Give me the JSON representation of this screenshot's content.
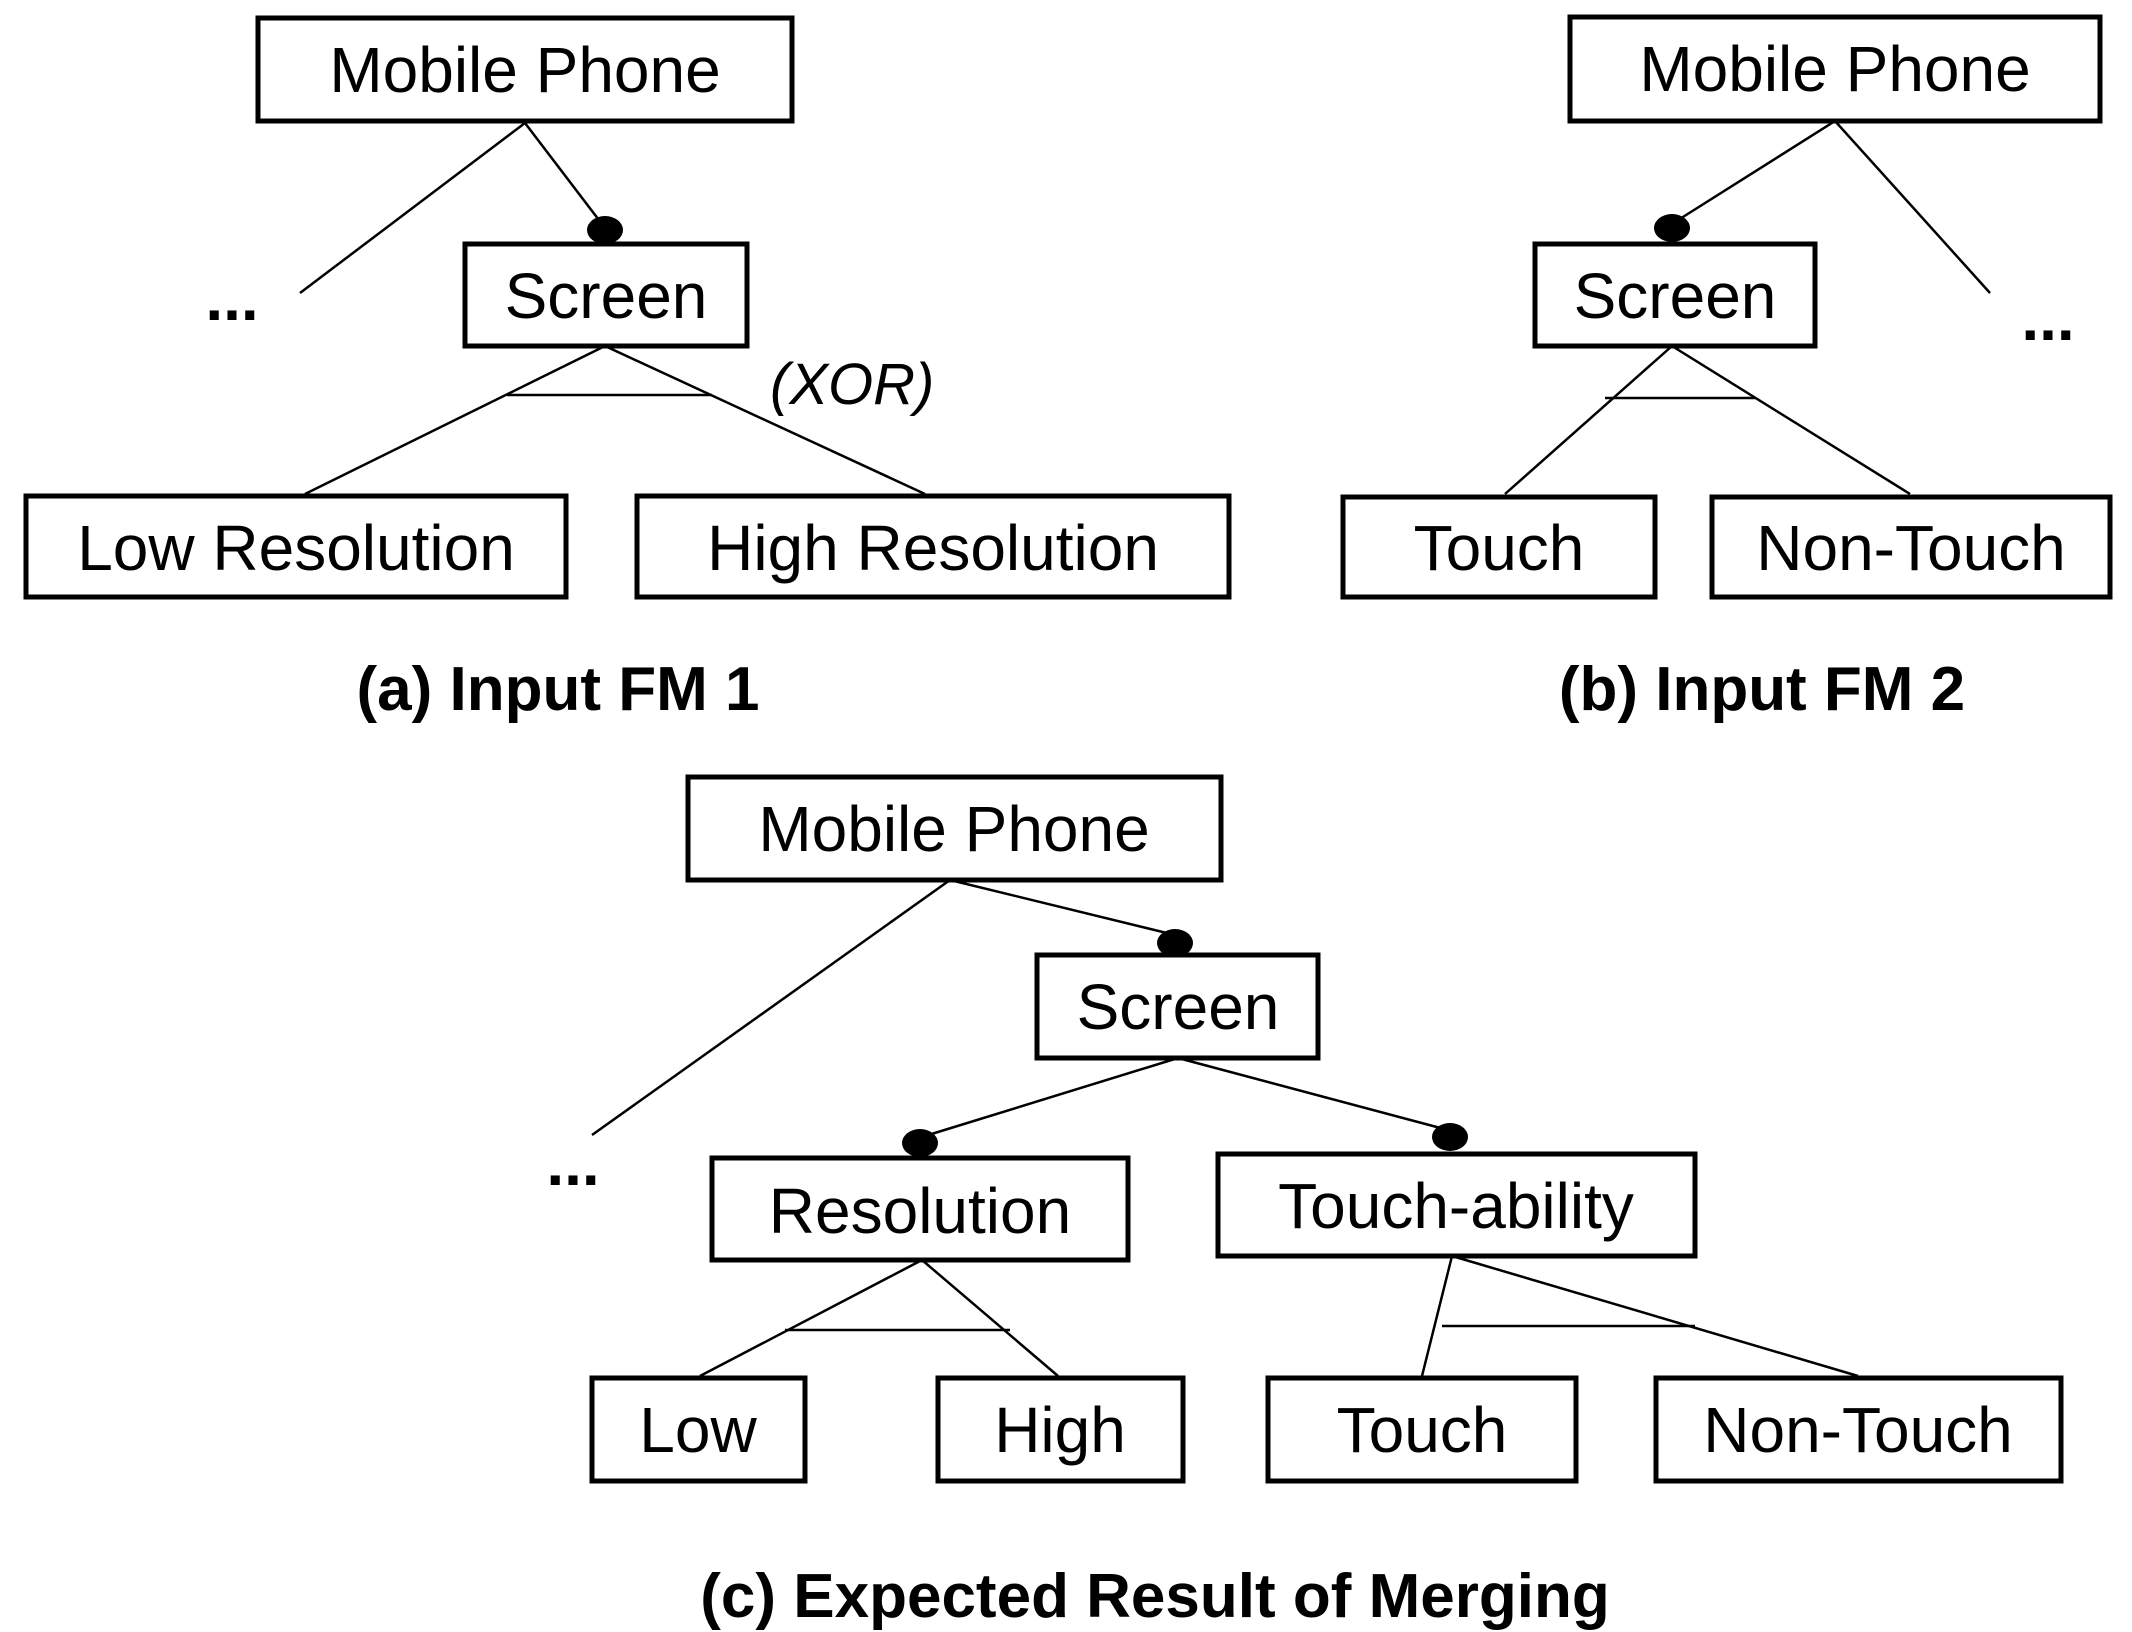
{
  "panel_a": {
    "caption": "(a) Input FM 1",
    "root": "Mobile Phone",
    "child": "Screen",
    "leaf_left": "Low Resolution",
    "leaf_right": "High Resolution",
    "group_annotation": "(XOR)",
    "ellipsis": "..."
  },
  "panel_b": {
    "caption": "(b) Input FM 2",
    "root": "Mobile Phone",
    "child": "Screen",
    "leaf_left": "Touch",
    "leaf_right": "Non-Touch",
    "ellipsis": "..."
  },
  "panel_c": {
    "caption": "(c) Expected Result of Merging",
    "root": "Mobile Phone",
    "child": "Screen",
    "sub_left": "Resolution",
    "sub_right": "Touch-ability",
    "leaf_1": "Low",
    "leaf_2": "High",
    "leaf_3": "Touch",
    "leaf_4": "Non-Touch",
    "ellipsis": "..."
  }
}
